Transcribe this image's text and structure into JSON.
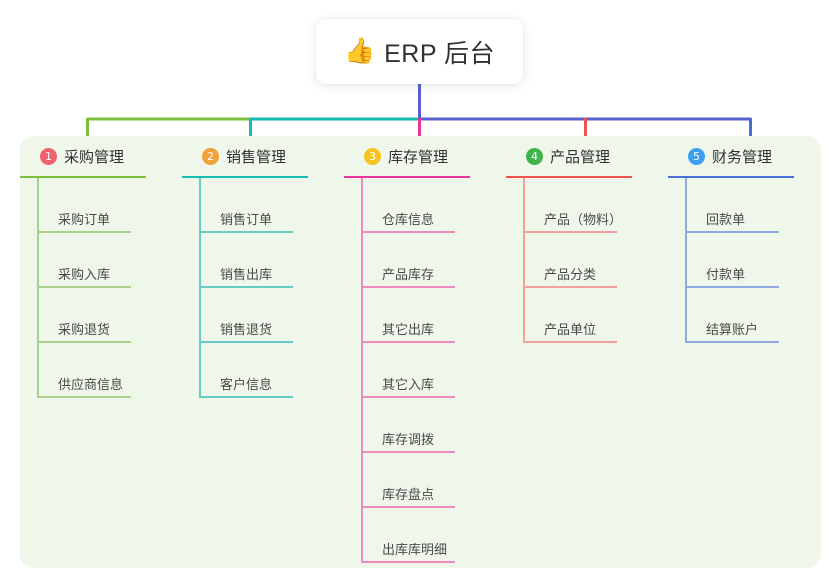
{
  "root": {
    "emoji": "👍",
    "emoji_name": "thumbs-up-icon",
    "title": "ERP 后台"
  },
  "panel": {
    "background": "#eef7e9"
  },
  "connector": {
    "left_segment_color": "#7cc040",
    "mid_segment_color": "#17bcb0",
    "right_segment_color": "#5a5fd0",
    "stem_color": "#5a5fd0"
  },
  "columns": [
    {
      "number": "1",
      "title": "采购管理",
      "badge_color": "#f2616e",
      "line_color": "#7cc040",
      "leaf_line_color": "#a8d18c",
      "items": [
        "采购订单",
        "采购入库",
        "采购退货",
        "供应商信息"
      ]
    },
    {
      "number": "2",
      "title": "销售管理",
      "badge_color": "#f0a13c",
      "line_color": "#17bcb0",
      "leaf_line_color": "#68ccc4",
      "items": [
        "销售订单",
        "销售出库",
        "销售退货",
        "客户信息"
      ]
    },
    {
      "number": "3",
      "title": "库存管理",
      "badge_color": "#f5c423",
      "line_color": "#e8359c",
      "leaf_line_color": "#f08bc0",
      "items": [
        "仓库信息",
        "产品库存",
        "其它出库",
        "其它入库",
        "库存调拨",
        "库存盘点",
        "出库库明细"
      ]
    },
    {
      "number": "4",
      "title": "产品管理",
      "badge_color": "#3fb44a",
      "line_color": "#ef5350",
      "leaf_line_color": "#f4a09e",
      "items": [
        "产品（物料）",
        "产品分类",
        "产品单位"
      ]
    },
    {
      "number": "5",
      "title": "财务管理",
      "badge_color": "#3aa0ef",
      "line_color": "#4a6fd4",
      "leaf_line_color": "#8fa8e0",
      "items": [
        "回款单",
        "付款单",
        "结算账户"
      ]
    }
  ]
}
